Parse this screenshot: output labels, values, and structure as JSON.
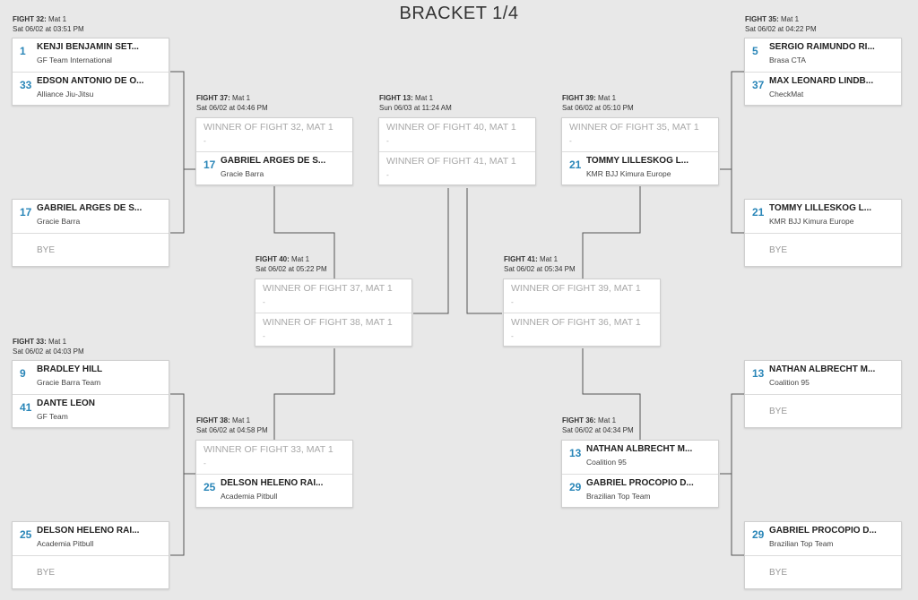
{
  "title": "BRACKET 1/4",
  "fights": {
    "f32": {
      "label": "FIGHT 32:",
      "mat": "Mat 1",
      "time": "Sat 06/02 at 03:51 PM",
      "a": {
        "seed": "1",
        "name": "KENJI BENJAMIN SET...",
        "team": "GF Team International"
      },
      "b": {
        "seed": "33",
        "name": "EDSON ANTONIO DE O...",
        "team": "Alliance Jiu-Jitsu"
      }
    },
    "f32b": {
      "a": {
        "seed": "17",
        "name": "GABRIEL ARGES DE S...",
        "team": "Gracie Barra"
      },
      "b": {
        "name": "BYE"
      }
    },
    "f33": {
      "label": "FIGHT 33:",
      "mat": "Mat 1",
      "time": "Sat 06/02 at 04:03 PM",
      "a": {
        "seed": "9",
        "name": "BRADLEY HILL",
        "team": "Gracie Barra Team"
      },
      "b": {
        "seed": "41",
        "name": "DANTE LEON",
        "team": "GF Team"
      }
    },
    "f33b": {
      "a": {
        "seed": "25",
        "name": "DELSON HELENO RAI...",
        "team": "Academia Pitbull"
      },
      "b": {
        "name": "BYE"
      }
    },
    "f35": {
      "label": "FIGHT 35:",
      "mat": "Mat 1",
      "time": "Sat 06/02 at 04:22 PM",
      "a": {
        "seed": "5",
        "name": "SERGIO RAIMUNDO RI...",
        "team": "Brasa CTA"
      },
      "b": {
        "seed": "37",
        "name": "MAX LEONARD LINDB...",
        "team": "CheckMat"
      }
    },
    "f35b": {
      "a": {
        "seed": "21",
        "name": "TOMMY LILLESKOG L...",
        "team": "KMR BJJ Kimura Europe"
      },
      "b": {
        "name": "BYE"
      }
    },
    "f34b": {
      "a": {
        "seed": "13",
        "name": "NATHAN ALBRECHT M...",
        "team": "Coalition 95"
      },
      "b": {
        "name": "BYE"
      }
    },
    "f34c": {
      "a": {
        "seed": "29",
        "name": "GABRIEL PROCÓPIO D...",
        "team": "Brazilian Top Team"
      },
      "b": {
        "name": "BYE"
      }
    },
    "f37": {
      "label": "FIGHT 37:",
      "mat": "Mat 1",
      "time": "Sat 06/02 at 04:46 PM",
      "a": {
        "name": "WINNER OF FIGHT 32, MAT 1",
        "team": "-"
      },
      "b": {
        "seed": "17",
        "name": "GABRIEL ARGES DE S...",
        "team": "Gracie Barra"
      }
    },
    "f38": {
      "label": "FIGHT 38:",
      "mat": "Mat 1",
      "time": "Sat 06/02 at 04:58 PM",
      "a": {
        "name": "WINNER OF FIGHT 33, MAT 1",
        "team": "-"
      },
      "b": {
        "seed": "25",
        "name": "DELSON HELENO RAI...",
        "team": "Academia Pitbull"
      }
    },
    "f39": {
      "label": "FIGHT 39:",
      "mat": "Mat 1",
      "time": "Sat 06/02 at 05:10 PM",
      "a": {
        "name": "WINNER OF FIGHT 35, MAT 1",
        "team": "-"
      },
      "b": {
        "seed": "21",
        "name": "TOMMY LILLESKOG L...",
        "team": "KMR BJJ Kimura Europe"
      }
    },
    "f36": {
      "label": "FIGHT 36:",
      "mat": "Mat 1",
      "time": "Sat 06/02 at 04:34 PM",
      "a": {
        "seed": "13",
        "name": "NATHAN ALBRECHT M...",
        "team": "Coalition 95"
      },
      "b": {
        "seed": "29",
        "name": "GABRIEL PROCÓPIO D...",
        "team": "Brazilian Top Team"
      }
    },
    "f40": {
      "label": "FIGHT 40:",
      "mat": "Mat 1",
      "time": "Sat 06/02 at 05:22 PM",
      "a": {
        "name": "WINNER OF FIGHT 37, MAT 1",
        "team": "-"
      },
      "b": {
        "name": "WINNER OF FIGHT 38, MAT 1",
        "team": "-"
      }
    },
    "f41": {
      "label": "FIGHT 41:",
      "mat": "Mat 1",
      "time": "Sat 06/02 at 05:34 PM",
      "a": {
        "name": "WINNER OF FIGHT 39, MAT 1",
        "team": "-"
      },
      "b": {
        "name": "WINNER OF FIGHT 36, MAT 1",
        "team": "-"
      }
    },
    "f13": {
      "label": "FIGHT 13:",
      "mat": "Mat 1",
      "time": "Sun 06/03 at 11:24 AM",
      "a": {
        "name": "WINNER OF FIGHT 40, MAT 1",
        "team": "-"
      },
      "b": {
        "name": "WINNER OF FIGHT 41, MAT 1",
        "team": "-"
      }
    }
  }
}
